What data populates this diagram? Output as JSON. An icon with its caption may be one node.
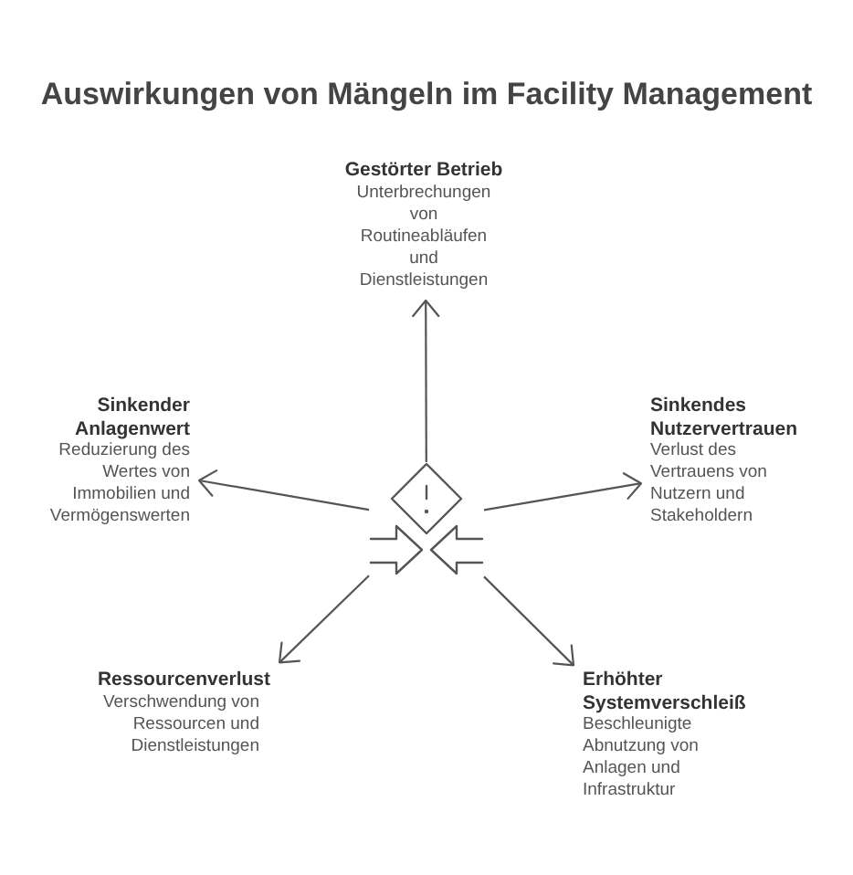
{
  "diagram": {
    "title": "Auswirkungen von Mängeln im Facility Management",
    "nodes": [
      {
        "text": [
          "Gestörter Betrieb",
          "Unterbrechungen von Routineabläufen und Dienstleistungen"
        ]
      },
      {
        "text": [
          "Sinkender Anlagenwert",
          "Reduzierung des Wertes von Immobilien und Vermögenswerten"
        ]
      },
      {
        "text": [
          "Sinkendes Nutzervertrauen",
          "Verlust des Vertrauens von Nutzern und Stakeholdern"
        ]
      },
      {
        "text": [],
        "shape": "picture"
      },
      {
        "text": [
          "Ressourcenverlust",
          "Verschwendung von Ressourcen und Dienstleistungen"
        ]
      },
      {
        "text": [
          "Erhöhter Systemverschleiß",
          "Beschleunigte Abnutzung von Anlagen und Infrastruktur"
        ]
      }
    ],
    "edges": [
      {
        "from": 3,
        "to": 0,
        "arrow": "to"
      },
      {
        "from": 3,
        "to": 1,
        "arrow": "to"
      },
      {
        "from": 3,
        "to": 2,
        "arrow": "to"
      },
      {
        "from": 3,
        "to": 4,
        "arrow": "to"
      },
      {
        "from": 3,
        "to": 5,
        "arrow": "to"
      }
    ]
  }
}
